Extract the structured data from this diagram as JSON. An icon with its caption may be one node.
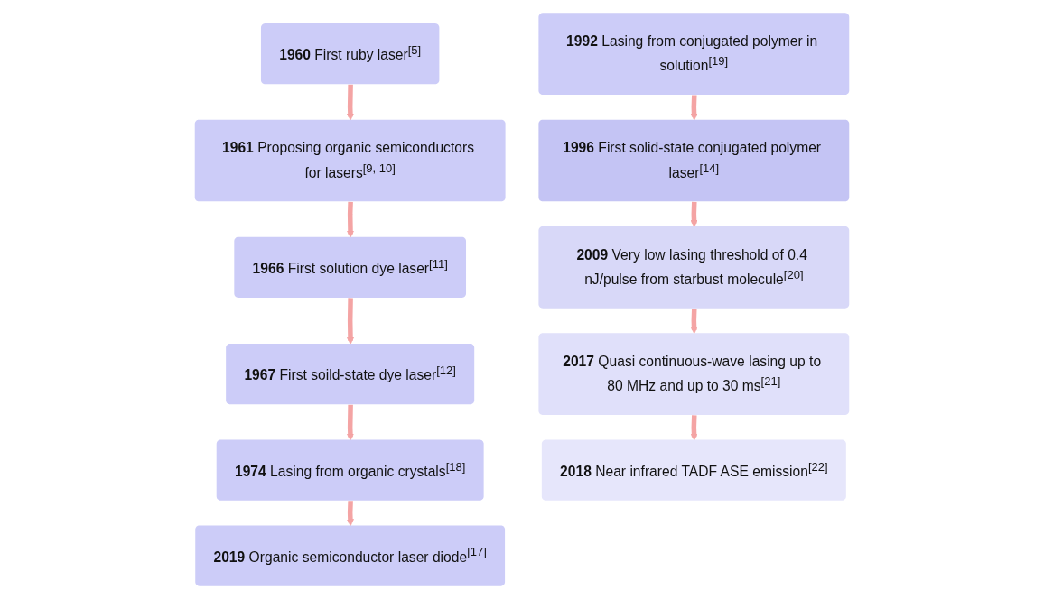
{
  "diagram": {
    "nodes": [
      {
        "text": [
          "**1960** First ruby laser$^{[5]}$"
        ]
      },
      {
        "text": [
          "**1961** Proposing organic semiconductors for lasers$^{[9, 10]}$"
        ]
      },
      {
        "text": [
          "**1966** First solution dye laser$^{[11]}$"
        ]
      },
      {
        "text": [
          "**1967** First soild-state dye laser$^{[12]}$"
        ]
      },
      {
        "text": [
          "**1974** Lasing from organic crystals$^{[18]}$"
        ]
      },
      {
        "text": [
          "**1992** Lasing from conjugated polymer in solution$^{[19]}$"
        ]
      },
      {
        "text": [
          "**1996** First solid-state conjugated polymer laser$^{[14]}$"
        ]
      },
      {
        "text": [
          "**2009** Very low lasing threshold of 0.4 nJ/pulse from starbust molecule$^{[20]}$"
        ]
      },
      {
        "text": [
          "**2017** Quasi continuous-wave lasing up to 80 MHz and up to 30 ms$^{[21]}$"
        ]
      },
      {
        "text": [
          "**2018** Near infrared TADF ASE emission$^{[22]}$"
        ]
      },
      {
        "text": [
          "**2019** Organic semiconductor laser diode$^{[17]}$"
        ]
      }
    ],
    "edges": [
      {
        "from": 0,
        "to": 1,
        "arrow": "to"
      },
      {
        "from": 1,
        "to": 2,
        "arrow": "to"
      },
      {
        "from": 2,
        "to": 3,
        "arrow": "to"
      },
      {
        "from": 3,
        "to": 4,
        "arrow": "to"
      },
      {
        "from": 5,
        "to": 6,
        "arrow": "to"
      },
      {
        "from": 6,
        "to": 7,
        "arrow": "to"
      },
      {
        "from": 7,
        "to": 8,
        "arrow": "to"
      },
      {
        "from": 8,
        "to": 9,
        "arrow": "to"
      },
      {
        "from": 4,
        "to": 10,
        "arrow": "to"
      }
    ]
  }
}
